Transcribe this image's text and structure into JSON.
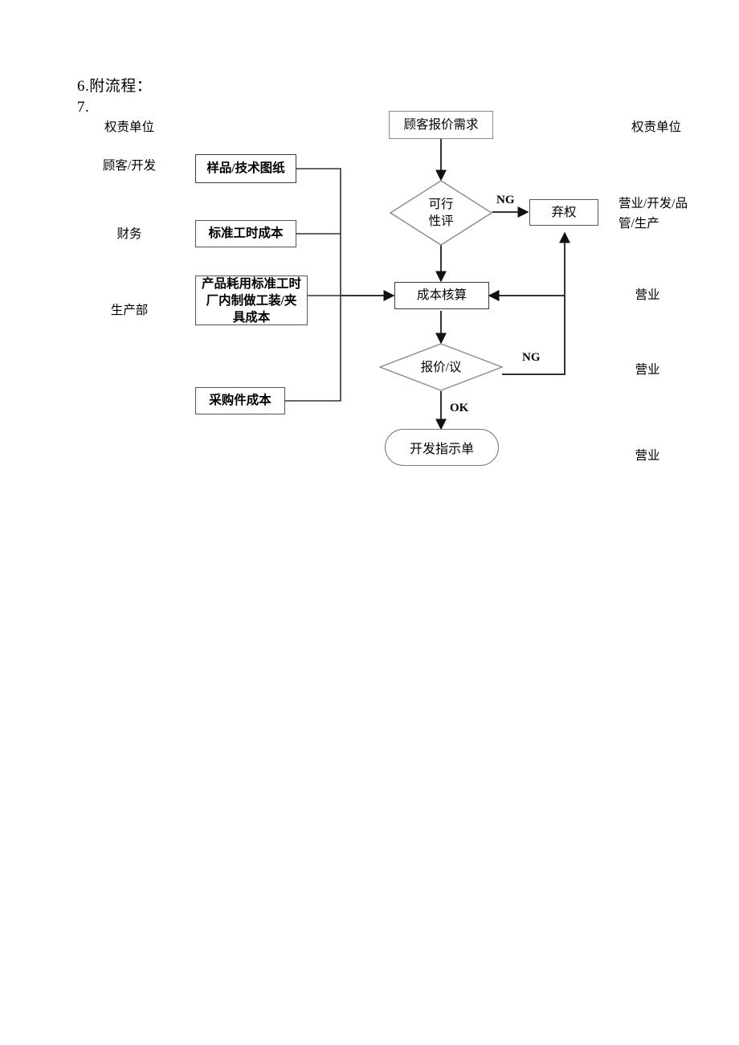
{
  "document": {
    "heading_items": [
      {
        "number": "6.",
        "text": "附流程："
      },
      {
        "number": "7.",
        "text": ""
      }
    ]
  },
  "left_column": {
    "header": "权责单位",
    "items": [
      {
        "label": "顾客/开发"
      },
      {
        "label": "财务"
      },
      {
        "label": "生产部"
      }
    ]
  },
  "right_column": {
    "header": "权责单位",
    "items": [
      {
        "label": "营业/开发/品管/生产"
      },
      {
        "label": "营业"
      },
      {
        "label": "营业"
      },
      {
        "label": "营业"
      }
    ]
  },
  "input_boxes": [
    {
      "id": "sample-drawing",
      "label": "样品/技术图纸"
    },
    {
      "id": "standard-hour-cost",
      "label": "标准工时成本"
    },
    {
      "id": "product-standard-hour-cost",
      "label": "产品耗用标准工时厂内制做工装/夹具成本"
    },
    {
      "id": "purchased-part-cost",
      "label": "采购件成本"
    }
  ],
  "flow_nodes": [
    {
      "id": "customer-quote-request",
      "shape": "rect",
      "label": "顾客报价需求"
    },
    {
      "id": "feasibility-review",
      "shape": "diamond",
      "label_lines": [
        "可行",
        "性评"
      ]
    },
    {
      "id": "waive",
      "shape": "rect",
      "label": "弃权"
    },
    {
      "id": "cost-accounting",
      "shape": "rect",
      "label": "成本核算"
    },
    {
      "id": "quote-negotiation",
      "shape": "diamond",
      "label_lines": [
        "报价/议"
      ]
    },
    {
      "id": "development-instruction",
      "shape": "stadium",
      "label": "开发指示单"
    }
  ],
  "edge_labels": [
    {
      "id": "ng-feasibility",
      "text": "NG"
    },
    {
      "id": "ng-quote",
      "text": "NG"
    },
    {
      "id": "ok-quote",
      "text": "OK"
    }
  ],
  "colors": {
    "page_background": "#ffffff",
    "text": "#000000",
    "node_border_light": "#8a8a8a",
    "node_border_dark": "#3a3a3a",
    "connector": "#1a1a1a"
  }
}
